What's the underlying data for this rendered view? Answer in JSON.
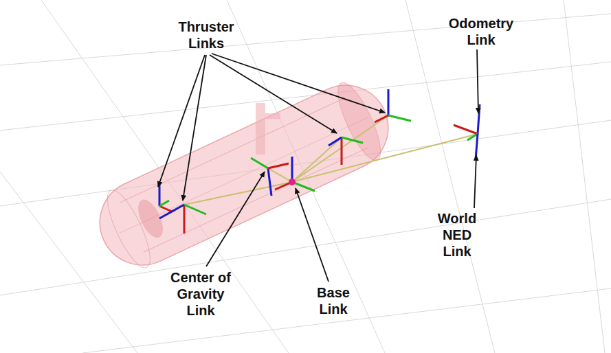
{
  "diagram": {
    "labels": [
      "Thruster Links",
      "Odometry Link",
      "World NED Link",
      "Center of Gravity Link",
      "Base Link"
    ]
  }
}
